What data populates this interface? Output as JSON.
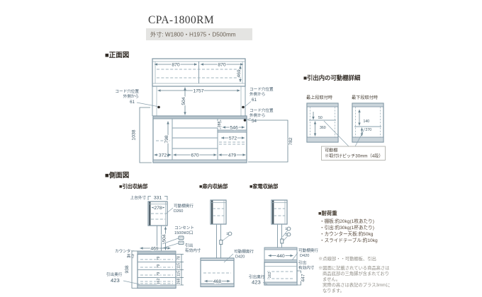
{
  "title": "CPA-1800RM",
  "outer_size": "外寸: W1800・H1975・D500mm",
  "headers": {
    "front": "■正面図",
    "detail": "■引出内の可動棚詳細",
    "side": "■側面図"
  },
  "colors": {
    "line": "#8aa0ac",
    "dim_text": "#3d5766",
    "header_text": "#302a24",
    "note_text": "#908d86",
    "load_text": "#57493c",
    "box_bg": "#e4e4e2"
  },
  "front": {
    "w_left": "870",
    "w_right": "870",
    "h_top": "469",
    "w_inner": "1757",
    "h_gap": "504",
    "cord": [
      {
        "l1": "コード穴位置",
        "l2": "外側から",
        "v": "61"
      },
      {
        "l1": "コード穴位置",
        "l2": "外側から",
        "v": "61"
      },
      {
        "l1": "コード穴位置",
        "l2": "外側から",
        "v": "54"
      }
    ],
    "h_total": "1038",
    "h_door": "798",
    "h_slot": "288",
    "w_slot": "546",
    "w_slide": "572",
    "h_right": "782",
    "w_bottom": [
      "372",
      "670",
      "479"
    ]
  },
  "detail": {
    "left_title": "最上段取付時",
    "right_title": "最下段取付時",
    "left_top": "50",
    "left_bottom": "360",
    "right_top": "140",
    "right_bottom": "270",
    "note1": "可動棚",
    "note2": "※取付けピッチ30mm（4段）"
  },
  "side": {
    "sub1": "■引出収納部",
    "sub2": "■扉内収納部",
    "sub3": "■家電収納部",
    "v1": {
      "top_label": "上台外寸",
      "top_w": "331",
      "top_inner": "278",
      "shelf1": "可動棚奥行",
      "shelf1d": "D260",
      "gap": "504",
      "outlet1": "コンセント",
      "outlet2": "1500W2口",
      "counter1": "カウンター",
      "counter2": "高さ",
      "counter_d": "469",
      "h": "938",
      "inner1": "引出",
      "inner2": "有効内寸",
      "chain": [
        "78",
        "115",
        "115",
        "268"
      ],
      "inside": [
        "79",
        "79",
        "79",
        "162"
      ],
      "depth_label": "引出奥行",
      "depth": "423"
    },
    "v2": {
      "shelf1": "可動棚奥行",
      "shelf1d": "D420",
      "w": "468"
    },
    "v3": {
      "w": "440",
      "shelf1": "可動棚奥行",
      "shelf1d": "D420",
      "inner1": "引出",
      "inner2": "有効内寸",
      "h": "447",
      "inside": "162",
      "depth_label": "引出奥行",
      "depth": "423"
    }
  },
  "load": {
    "title": "■耐荷重",
    "items": [
      "・棚板:約20kg(1枚あたり)",
      "・引出:約30kg(1杯あたり)",
      "・カウンター天板:約50kg",
      "・スライドテーブル:約10kg"
    ]
  },
  "notes": [
    "※点線部・・可動棚板、引出",
    "※図面に記載されている商品高さは",
    "商品底部の三角脚が含まれており",
    "ません。",
    "実際の高さは表記のプラス3mmに",
    "なります。"
  ]
}
